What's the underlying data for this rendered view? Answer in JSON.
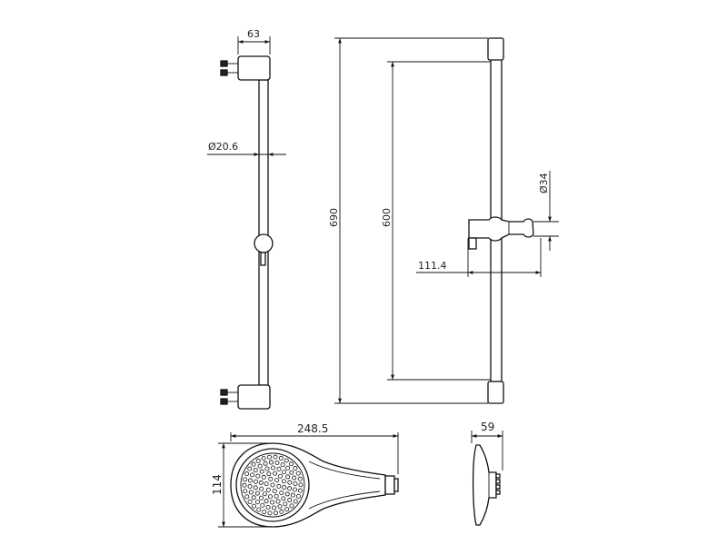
{
  "dimensions": {
    "bracket_width": "63",
    "rail_diameter": "Ø20.6",
    "total_height": "690",
    "bracket_spacing": "600",
    "holder_diameter": "Ø34",
    "holder_projection": "111.4",
    "handshower_length": "248.5",
    "handshower_head_diameter": "114",
    "handshower_depth": "59"
  }
}
